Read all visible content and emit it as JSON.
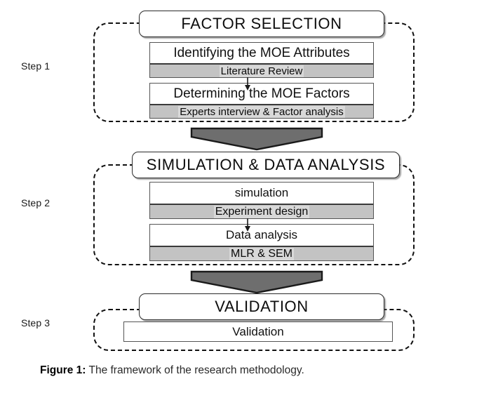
{
  "figure": {
    "caption_label": "Figure 1:",
    "caption_text": "The framework of the research methodology."
  },
  "steps": [
    {
      "step_label": "Step 1",
      "header": "FACTOR SELECTION",
      "tasks": [
        {
          "title": "Identifying the MOE Attributes",
          "method": "Literature Review"
        },
        {
          "title": "Determining the MOE Factors",
          "method": "Experts interview & Factor analysis"
        }
      ]
    },
    {
      "step_label": "Step 2",
      "header": "SIMULATION & DATA ANALYSIS",
      "tasks": [
        {
          "title": "simulation",
          "method": "Experiment design"
        },
        {
          "title": "Data analysis",
          "method": "MLR & SEM"
        }
      ]
    },
    {
      "step_label": "Step 3",
      "header": "VALIDATION",
      "tasks": [
        {
          "title": "Validation",
          "method": ""
        }
      ]
    }
  ],
  "connectors": [
    {
      "name": "step1-to-step2",
      "direction": "down"
    },
    {
      "name": "step2-to-step3",
      "direction": "down"
    }
  ],
  "icons": {
    "mini_arrow": "arrow-down-icon",
    "stage_connector": "chevron-down-arrow-icon"
  },
  "colors": {
    "background": "#ffffff",
    "method_bar": "#c3c3c3",
    "method_highlight": "#d8d8d8",
    "connector_fill": "#6e6e6e",
    "connector_stroke": "#1a1a1a",
    "frame_dash": "#111111",
    "box_border": "#555555",
    "text": "#111111"
  }
}
